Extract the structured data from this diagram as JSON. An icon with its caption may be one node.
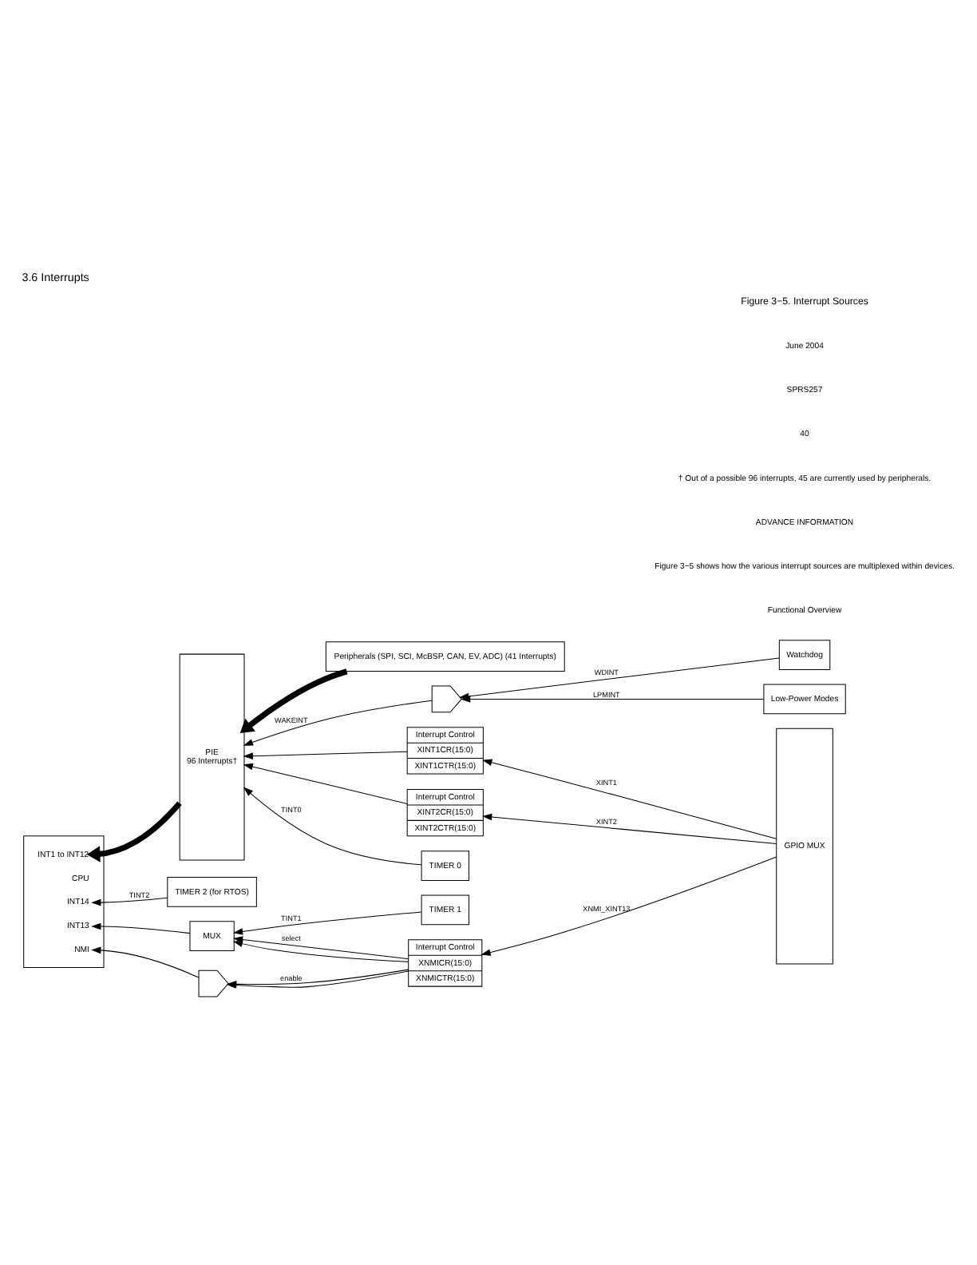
{
  "diagram": {
    "title": "3.6 Interrupts",
    "caption": "Figure 3−5. Interrupt Sources",
    "nodes": [
      {
        "text": [
          "INT1 to INT12",
          "CPU",
          "INT14",
          "INT13",
          "NMI"
        ]
      },
      {
        "text": [
          "PIE",
          "96 Interrupts†"
        ]
      },
      {
        "text": [
          "Peripherals (SPI, SCI, McBSP, CAN, EV, ADC) (41 Interrupts)"
        ]
      },
      {
        "text": [],
        "shape": "gate"
      },
      {
        "text": [
          "Watchdog"
        ]
      },
      {
        "text": [
          "Low-Power Modes"
        ]
      },
      {
        "text": [
          "Interrupt Control",
          "XINT1CR(15:0)",
          "XINT1CTR(15:0)"
        ]
      },
      {
        "text": [
          "Interrupt Control",
          "XINT2CR(15:0)",
          "XINT2CTR(15:0)"
        ]
      },
      {
        "text": [
          "TIMER 0"
        ]
      },
      {
        "text": [
          "TIMER 2 (for RTOS)"
        ]
      },
      {
        "text": [
          "TIMER 1"
        ]
      },
      {
        "text": [
          "MUX"
        ]
      },
      {
        "text": [],
        "shape": "gate"
      },
      {
        "text": [
          "Interrupt Control",
          "XNMICR(15:0)",
          "XNMICTR(15:0)"
        ]
      },
      {
        "text": [
          "GPIO MUX"
        ]
      }
    ],
    "edges": [
      {
        "from": 2,
        "to": 1,
        "arrow": "to",
        "style": "thick"
      },
      {
        "from": 1,
        "to": 0,
        "arrow": "to",
        "style": "thick"
      },
      {
        "from": 4,
        "to": 3,
        "arrow": "to",
        "label": "WDINT"
      },
      {
        "from": 5,
        "to": 3,
        "arrow": "to",
        "label": "LPMINT"
      },
      {
        "from": 3,
        "to": 1,
        "arrow": "to",
        "label": "WAKEINT"
      },
      {
        "from": 6,
        "to": 1,
        "arrow": "to"
      },
      {
        "from": 14,
        "to": 6,
        "arrow": "to",
        "label": "XINT1"
      },
      {
        "from": 7,
        "to": 1,
        "arrow": "to"
      },
      {
        "from": 14,
        "to": 7,
        "arrow": "to",
        "label": "XINT2"
      },
      {
        "from": 8,
        "to": 1,
        "arrow": "to",
        "label": "TINT0"
      },
      {
        "from": 9,
        "to": 0,
        "arrow": "to",
        "label": "TINT2"
      },
      {
        "from": 10,
        "to": 11,
        "arrow": "to",
        "label": "TINT1"
      },
      {
        "from": 11,
        "to": 0,
        "arrow": "to"
      },
      {
        "from": 13,
        "to": 11,
        "arrow": "to",
        "label": "select"
      },
      {
        "from": 13,
        "to": 12,
        "arrow": "to",
        "label": "enable"
      },
      {
        "from": 13,
        "to": 12,
        "arrow": "to"
      },
      {
        "from": 13,
        "to": 11,
        "arrow": "to"
      },
      {
        "from": 12,
        "to": 0,
        "arrow": "to"
      },
      {
        "from": 14,
        "to": 13,
        "arrow": "to",
        "label": "XNMI_XINT13"
      }
    ],
    "labels": [
      "Functional Overview",
      "Figure 3−5 shows how the various interrupt sources are multiplexed within devices.",
      "ADVANCE INFORMATION",
      "† Out of a possible 96 interrupts, 45 are currently used by peripherals.",
      "40",
      "SPRS257",
      "June 2004"
    ]
  }
}
